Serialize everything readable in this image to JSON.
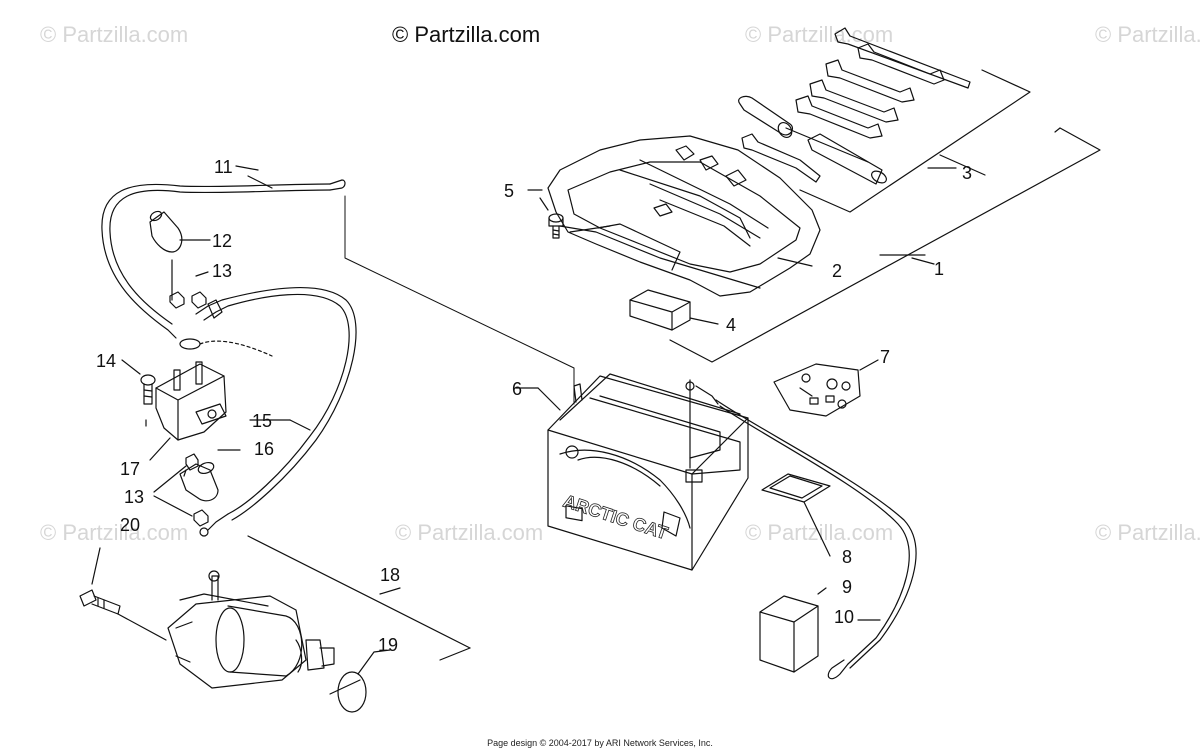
{
  "watermark": {
    "main": "© Partzilla.com",
    "faint": "© Partzilla.com"
  },
  "battery_label": "ARCTIC CAT",
  "callouts": [
    "1",
    "2",
    "3",
    "4",
    "5",
    "6",
    "7",
    "8",
    "9",
    "10",
    "11",
    "12",
    "13",
    "13",
    "14",
    "15",
    "16",
    "17",
    "18",
    "19",
    "20"
  ],
  "footer": "Page design © 2004-2017 by ARI Network Services, Inc."
}
